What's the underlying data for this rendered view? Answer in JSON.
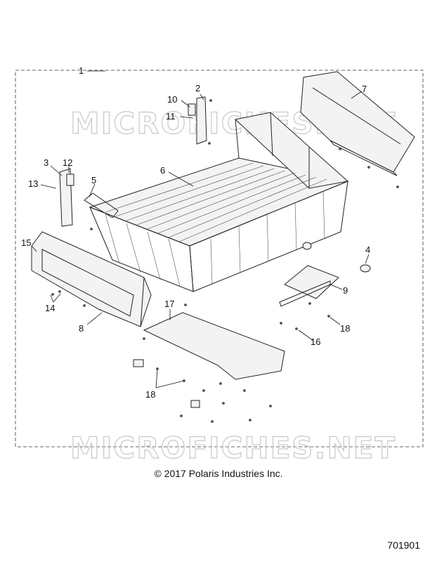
{
  "diagram": {
    "watermark": "MICROFICHES.NET",
    "callouts": [
      {
        "id": "1",
        "label": "1"
      },
      {
        "id": "2",
        "label": "2"
      },
      {
        "id": "3",
        "label": "3"
      },
      {
        "id": "4",
        "label": "4"
      },
      {
        "id": "5",
        "label": "5"
      },
      {
        "id": "6",
        "label": "6"
      },
      {
        "id": "7",
        "label": "7"
      },
      {
        "id": "8",
        "label": "8"
      },
      {
        "id": "9",
        "label": "9"
      },
      {
        "id": "10",
        "label": "10"
      },
      {
        "id": "11",
        "label": "11"
      },
      {
        "id": "12",
        "label": "12"
      },
      {
        "id": "13",
        "label": "13"
      },
      {
        "id": "14",
        "label": "14"
      },
      {
        "id": "15",
        "label": "15"
      },
      {
        "id": "16",
        "label": "16"
      },
      {
        "id": "17",
        "label": "17"
      },
      {
        "id": "18a",
        "label": "18"
      },
      {
        "id": "18b",
        "label": "18"
      }
    ]
  },
  "footer": {
    "copyright": "© 2017 Polaris Industries Inc.",
    "drawing_number": "701901"
  }
}
